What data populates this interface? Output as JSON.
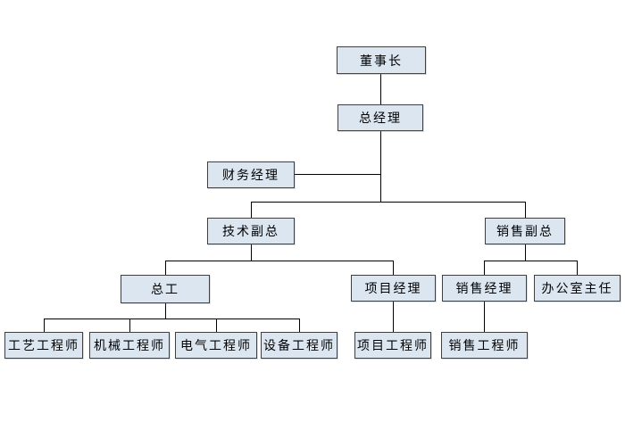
{
  "chart": {
    "type": "org-chart",
    "nodes": {
      "chairman": {
        "label": "董事长"
      },
      "general_manager": {
        "label": "总经理"
      },
      "finance_manager": {
        "label": "财务经理"
      },
      "tech_vp": {
        "label": "技术副总"
      },
      "sales_vp": {
        "label": "销售副总"
      },
      "chief_engineer": {
        "label": "总工"
      },
      "project_manager": {
        "label": "项目经理"
      },
      "sales_manager": {
        "label": "销售经理"
      },
      "office_director": {
        "label": "办公室主任"
      },
      "process_engineer": {
        "label": "工艺工程师"
      },
      "mechanical_engineer": {
        "label": "机械工程师"
      },
      "electrical_engineer": {
        "label": "电气工程师"
      },
      "equipment_engineer": {
        "label": "设备工程师"
      },
      "project_engineer": {
        "label": "项目工程师"
      },
      "sales_engineer": {
        "label": "销售工程师"
      }
    },
    "edges": [
      {
        "from": "chairman",
        "to": "general_manager"
      },
      {
        "from": "general_manager",
        "to": "finance_manager"
      },
      {
        "from": "general_manager",
        "to": "tech_vp"
      },
      {
        "from": "general_manager",
        "to": "sales_vp"
      },
      {
        "from": "tech_vp",
        "to": "chief_engineer"
      },
      {
        "from": "tech_vp",
        "to": "project_manager"
      },
      {
        "from": "sales_vp",
        "to": "sales_manager"
      },
      {
        "from": "sales_vp",
        "to": "office_director"
      },
      {
        "from": "chief_engineer",
        "to": "process_engineer"
      },
      {
        "from": "chief_engineer",
        "to": "mechanical_engineer"
      },
      {
        "from": "chief_engineer",
        "to": "electrical_engineer"
      },
      {
        "from": "chief_engineer",
        "to": "equipment_engineer"
      },
      {
        "from": "project_manager",
        "to": "project_engineer"
      },
      {
        "from": "sales_manager",
        "to": "sales_engineer"
      }
    ],
    "colors": {
      "background": "#ffffff",
      "box_fill": "#dce6f1",
      "box_border": "#3f3f3f",
      "line": "#000000",
      "text": "#000000"
    }
  }
}
